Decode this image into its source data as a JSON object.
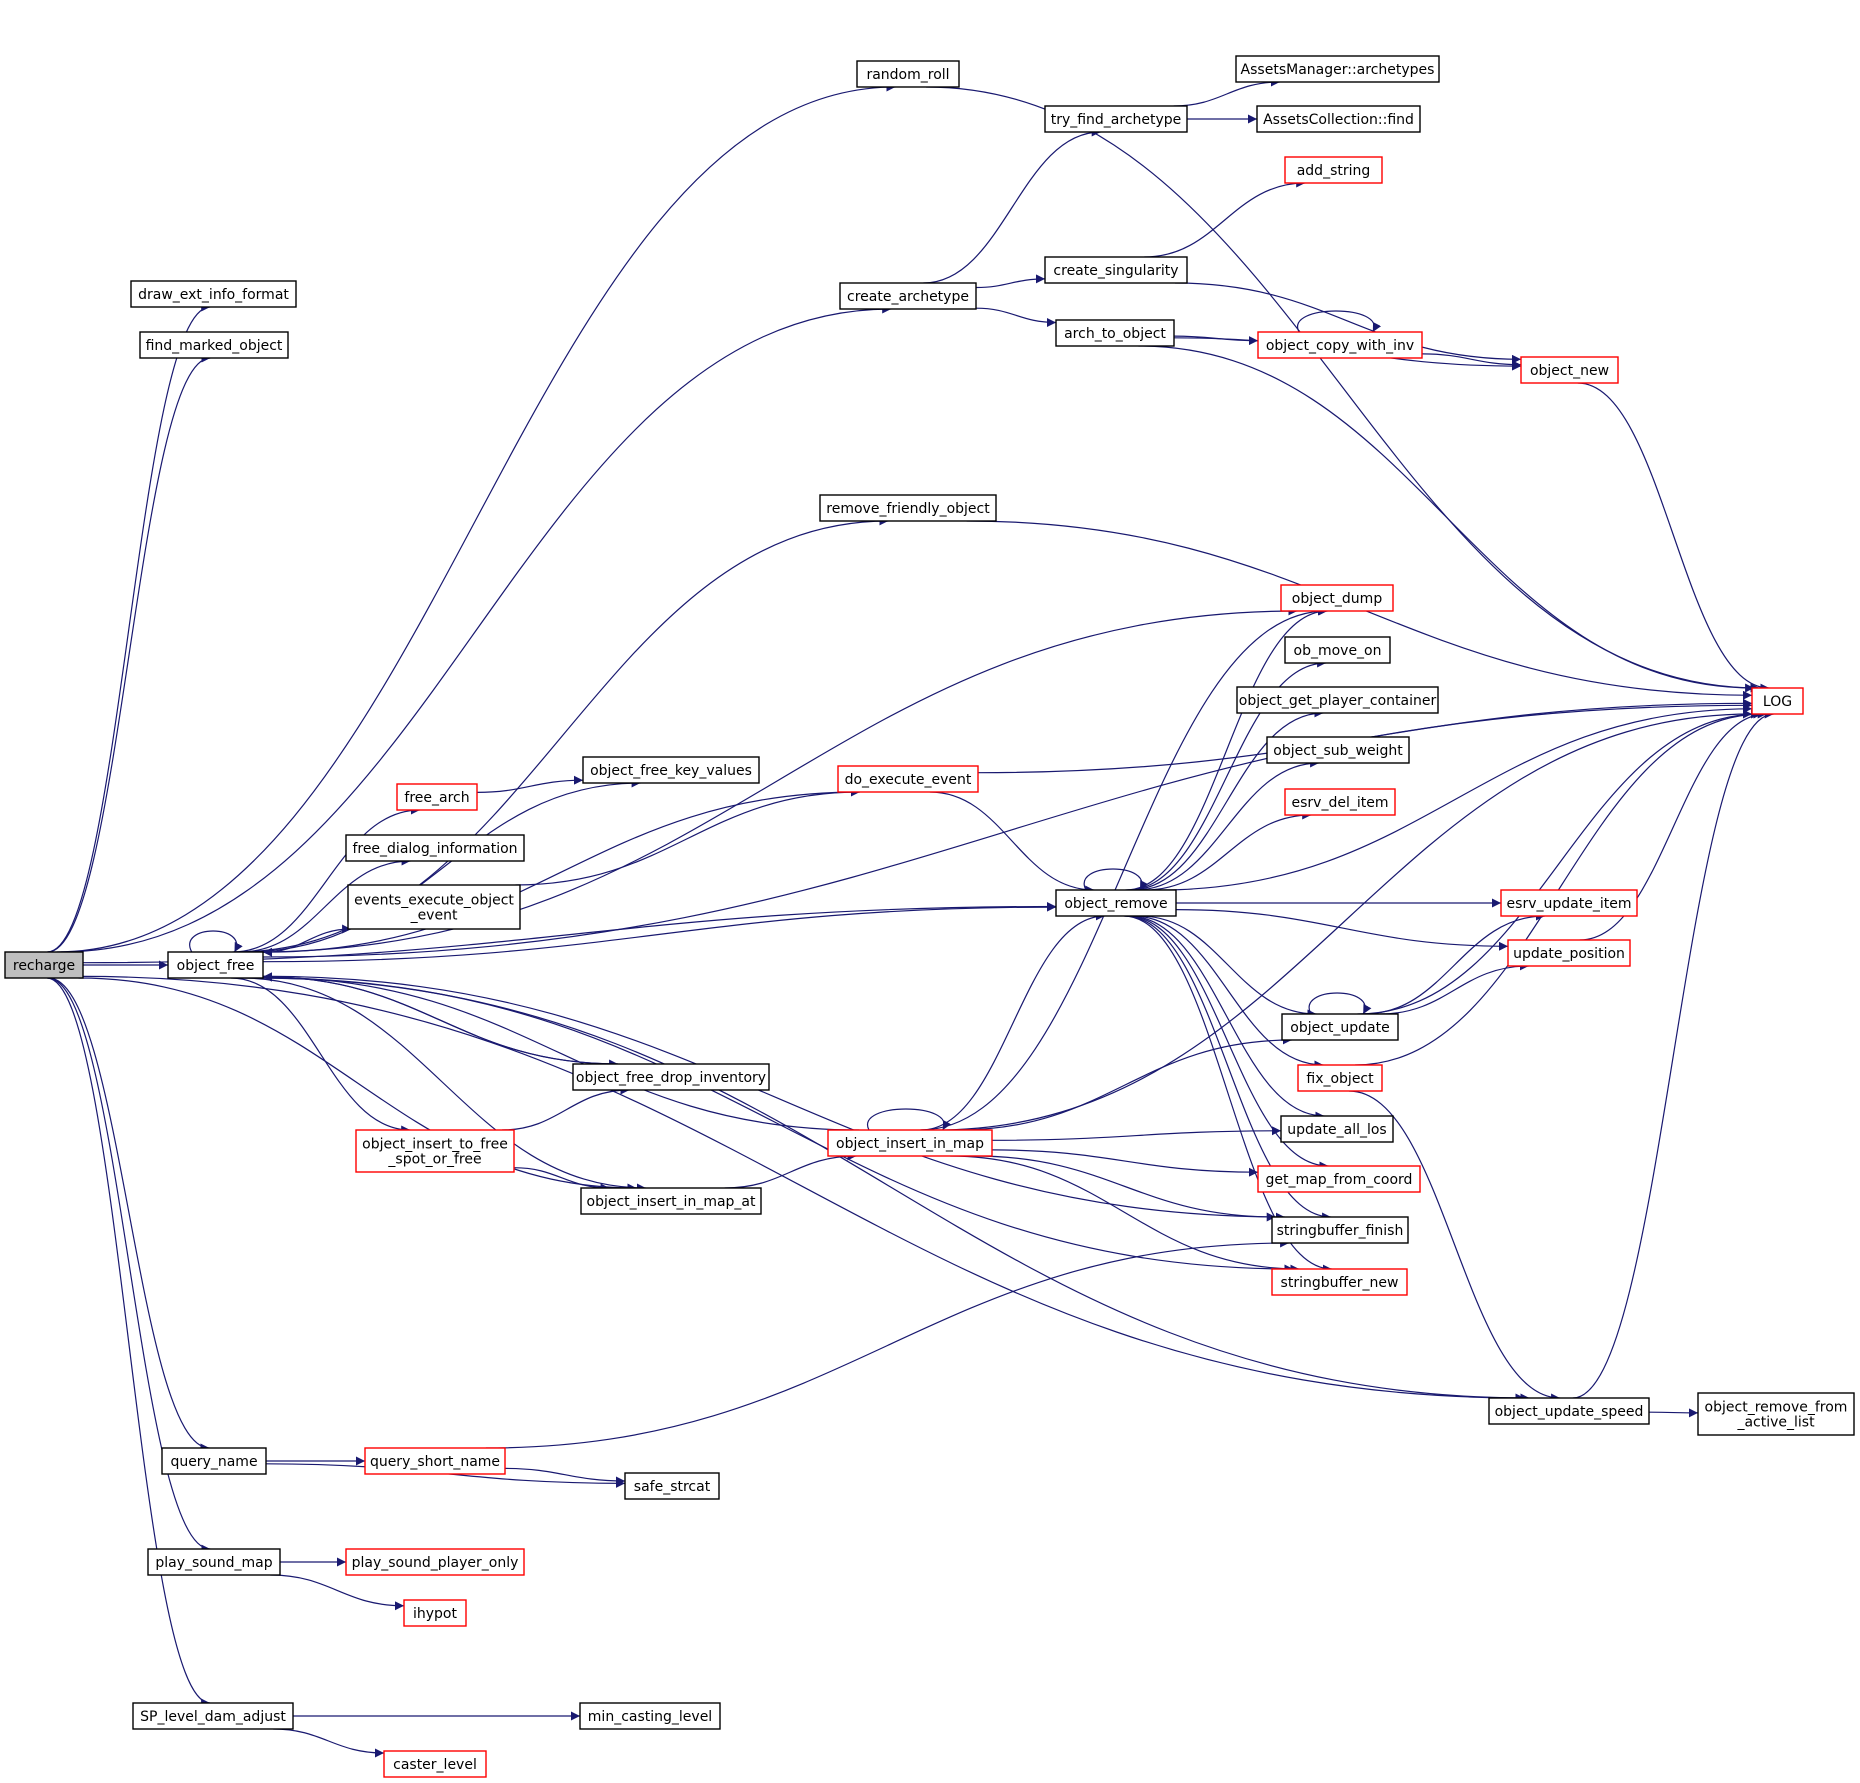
{
  "graph": {
    "nodes": [
      {
        "id": "recharge",
        "lines": [
          "recharge"
        ],
        "style": "root"
      },
      {
        "id": "random_roll",
        "lines": [
          "random_roll"
        ],
        "style": "black"
      },
      {
        "id": "draw_ext_info_format",
        "lines": [
          "draw_ext_info_format"
        ],
        "style": "black"
      },
      {
        "id": "find_marked_object",
        "lines": [
          "find_marked_object"
        ],
        "style": "black"
      },
      {
        "id": "object_free",
        "lines": [
          "object_free"
        ],
        "style": "black"
      },
      {
        "id": "query_name",
        "lines": [
          "query_name"
        ],
        "style": "black"
      },
      {
        "id": "play_sound_map",
        "lines": [
          "play_sound_map"
        ],
        "style": "black"
      },
      {
        "id": "SP_level_dam_adjust",
        "lines": [
          "SP_level_dam_adjust"
        ],
        "style": "black"
      },
      {
        "id": "free_arch",
        "lines": [
          "free_arch"
        ],
        "style": "red"
      },
      {
        "id": "free_dialog_information",
        "lines": [
          "free_dialog_information"
        ],
        "style": "black"
      },
      {
        "id": "events_execute_object_event",
        "lines": [
          "events_execute_object",
          "_event"
        ],
        "style": "black"
      },
      {
        "id": "object_insert_to_free_spot_or_free",
        "lines": [
          "object_insert_to_free",
          "_spot_or_free"
        ],
        "style": "red"
      },
      {
        "id": "query_short_name",
        "lines": [
          "query_short_name"
        ],
        "style": "red"
      },
      {
        "id": "play_sound_player_only",
        "lines": [
          "play_sound_player_only"
        ],
        "style": "red"
      },
      {
        "id": "ihypot",
        "lines": [
          "ihypot"
        ],
        "style": "red"
      },
      {
        "id": "caster_level",
        "lines": [
          "caster_level"
        ],
        "style": "red"
      },
      {
        "id": "object_free_key_values",
        "lines": [
          "object_free_key_values"
        ],
        "style": "black"
      },
      {
        "id": "object_free_drop_inventory",
        "lines": [
          "object_free_drop_inventory"
        ],
        "style": "black"
      },
      {
        "id": "object_insert_in_map_at",
        "lines": [
          "object_insert_in_map_at"
        ],
        "style": "black"
      },
      {
        "id": "safe_strcat",
        "lines": [
          "safe_strcat"
        ],
        "style": "black"
      },
      {
        "id": "min_casting_level",
        "lines": [
          "min_casting_level"
        ],
        "style": "black"
      },
      {
        "id": "create_archetype",
        "lines": [
          "create_archetype"
        ],
        "style": "black"
      },
      {
        "id": "remove_friendly_object",
        "lines": [
          "remove_friendly_object"
        ],
        "style": "black"
      },
      {
        "id": "do_execute_event",
        "lines": [
          "do_execute_event"
        ],
        "style": "red"
      },
      {
        "id": "object_insert_in_map",
        "lines": [
          "object_insert_in_map"
        ],
        "style": "red"
      },
      {
        "id": "try_find_archetype",
        "lines": [
          "try_find_archetype"
        ],
        "style": "black"
      },
      {
        "id": "create_singularity",
        "lines": [
          "create_singularity"
        ],
        "style": "black"
      },
      {
        "id": "arch_to_object",
        "lines": [
          "arch_to_object"
        ],
        "style": "black"
      },
      {
        "id": "object_remove",
        "lines": [
          "object_remove"
        ],
        "style": "black"
      },
      {
        "id": "AssetsManager_archetypes",
        "lines": [
          "AssetsManager::archetypes"
        ],
        "style": "black"
      },
      {
        "id": "AssetsCollection_find",
        "lines": [
          "AssetsCollection::find"
        ],
        "style": "black"
      },
      {
        "id": "add_string",
        "lines": [
          "add_string"
        ],
        "style": "red"
      },
      {
        "id": "object_copy_with_inv",
        "lines": [
          "object_copy_with_inv"
        ],
        "style": "red"
      },
      {
        "id": "object_dump",
        "lines": [
          "object_dump"
        ],
        "style": "red"
      },
      {
        "id": "ob_move_on",
        "lines": [
          "ob_move_on"
        ],
        "style": "black"
      },
      {
        "id": "object_get_player_container",
        "lines": [
          "object_get_player_container"
        ],
        "style": "black"
      },
      {
        "id": "object_sub_weight",
        "lines": [
          "object_sub_weight"
        ],
        "style": "black"
      },
      {
        "id": "esrv_del_item",
        "lines": [
          "esrv_del_item"
        ],
        "style": "red"
      },
      {
        "id": "object_update",
        "lines": [
          "object_update"
        ],
        "style": "black"
      },
      {
        "id": "fix_object",
        "lines": [
          "fix_object"
        ],
        "style": "red"
      },
      {
        "id": "update_all_los",
        "lines": [
          "update_all_los"
        ],
        "style": "black"
      },
      {
        "id": "get_map_from_coord",
        "lines": [
          "get_map_from_coord"
        ],
        "style": "red"
      },
      {
        "id": "stringbuffer_finish",
        "lines": [
          "stringbuffer_finish"
        ],
        "style": "black"
      },
      {
        "id": "stringbuffer_new",
        "lines": [
          "stringbuffer_new"
        ],
        "style": "red"
      },
      {
        "id": "object_new",
        "lines": [
          "object_new"
        ],
        "style": "red"
      },
      {
        "id": "esrv_update_item",
        "lines": [
          "esrv_update_item"
        ],
        "style": "red"
      },
      {
        "id": "update_position",
        "lines": [
          "update_position"
        ],
        "style": "red"
      },
      {
        "id": "object_update_speed",
        "lines": [
          "object_update_speed"
        ],
        "style": "black"
      },
      {
        "id": "LOG",
        "lines": [
          "LOG"
        ],
        "style": "red"
      },
      {
        "id": "object_remove_from_active_list",
        "lines": [
          "object_remove_from",
          "_active_list"
        ],
        "style": "black"
      }
    ],
    "edges": [
      [
        "recharge",
        "random_roll"
      ],
      [
        "recharge",
        "draw_ext_info_format"
      ],
      [
        "recharge",
        "find_marked_object"
      ],
      [
        "recharge",
        "create_archetype"
      ],
      [
        "recharge",
        "object_free"
      ],
      [
        "recharge",
        "object_remove"
      ],
      [
        "recharge",
        "object_insert_in_map_at"
      ],
      [
        "recharge",
        "query_name"
      ],
      [
        "recharge",
        "play_sound_map"
      ],
      [
        "recharge",
        "object_update_speed"
      ],
      [
        "recharge",
        "SP_level_dam_adjust"
      ],
      [
        "random_roll",
        "LOG"
      ],
      [
        "create_archetype",
        "try_find_archetype"
      ],
      [
        "create_archetype",
        "create_singularity"
      ],
      [
        "create_archetype",
        "arch_to_object"
      ],
      [
        "try_find_archetype",
        "AssetsManager_archetypes"
      ],
      [
        "try_find_archetype",
        "AssetsCollection_find"
      ],
      [
        "create_singularity",
        "add_string"
      ],
      [
        "create_singularity",
        "object_new"
      ],
      [
        "arch_to_object",
        "LOG"
      ],
      [
        "arch_to_object",
        "object_copy_with_inv"
      ],
      [
        "arch_to_object",
        "object_new"
      ],
      [
        "object_copy_with_inv",
        "object_copy_with_inv"
      ],
      [
        "object_copy_with_inv",
        "object_new"
      ],
      [
        "object_new",
        "LOG"
      ],
      [
        "object_free",
        "object_free"
      ],
      [
        "object_free",
        "LOG"
      ],
      [
        "object_free",
        "remove_friendly_object"
      ],
      [
        "object_free",
        "object_dump"
      ],
      [
        "object_free",
        "object_remove"
      ],
      [
        "object_free",
        "object_free_key_values"
      ],
      [
        "object_free",
        "free_arch"
      ],
      [
        "object_free",
        "free_dialog_information"
      ],
      [
        "object_free",
        "events_execute_object_event"
      ],
      [
        "object_free",
        "object_free_drop_inventory"
      ],
      [
        "object_free",
        "object_insert_to_free_spot_or_free"
      ],
      [
        "object_free",
        "object_insert_in_map_at"
      ],
      [
        "object_free",
        "stringbuffer_finish"
      ],
      [
        "object_free",
        "stringbuffer_new"
      ],
      [
        "object_free",
        "object_update_speed"
      ],
      [
        "remove_friendly_object",
        "LOG"
      ],
      [
        "free_arch",
        "object_free_key_values"
      ],
      [
        "events_execute_object_event",
        "do_execute_event"
      ],
      [
        "do_execute_event",
        "object_free"
      ],
      [
        "do_execute_event",
        "LOG"
      ],
      [
        "do_execute_event",
        "object_remove"
      ],
      [
        "object_free_drop_inventory",
        "object_free"
      ],
      [
        "object_insert_to_free_spot_or_free",
        "object_free_drop_inventory"
      ],
      [
        "object_insert_to_free_spot_or_free",
        "object_insert_in_map_at"
      ],
      [
        "object_insert_in_map_at",
        "object_insert_in_map"
      ],
      [
        "object_insert_in_map",
        "object_free"
      ],
      [
        "object_insert_in_map",
        "object_insert_in_map"
      ],
      [
        "object_insert_in_map",
        "object_dump"
      ],
      [
        "object_insert_in_map",
        "object_remove"
      ],
      [
        "object_insert_in_map",
        "object_update"
      ],
      [
        "object_insert_in_map",
        "update_all_los"
      ],
      [
        "object_insert_in_map",
        "get_map_from_coord"
      ],
      [
        "object_insert_in_map",
        "stringbuffer_finish"
      ],
      [
        "object_insert_in_map",
        "stringbuffer_new"
      ],
      [
        "object_insert_in_map",
        "LOG"
      ],
      [
        "object_remove",
        "object_remove"
      ],
      [
        "object_remove",
        "object_dump"
      ],
      [
        "object_remove",
        "ob_move_on"
      ],
      [
        "object_remove",
        "object_get_player_container"
      ],
      [
        "object_remove",
        "object_sub_weight"
      ],
      [
        "object_remove",
        "esrv_del_item"
      ],
      [
        "object_remove",
        "LOG"
      ],
      [
        "object_remove",
        "esrv_update_item"
      ],
      [
        "object_remove",
        "update_position"
      ],
      [
        "object_remove",
        "object_update"
      ],
      [
        "object_remove",
        "fix_object"
      ],
      [
        "object_remove",
        "update_all_los"
      ],
      [
        "object_remove",
        "get_map_from_coord"
      ],
      [
        "object_remove",
        "stringbuffer_finish"
      ],
      [
        "object_remove",
        "stringbuffer_new"
      ],
      [
        "object_update",
        "object_update"
      ],
      [
        "object_update",
        "esrv_update_item"
      ],
      [
        "object_update",
        "update_position"
      ],
      [
        "object_update",
        "LOG"
      ],
      [
        "update_position",
        "LOG"
      ],
      [
        "fix_object",
        "LOG"
      ],
      [
        "fix_object",
        "object_update_speed"
      ],
      [
        "object_update_speed",
        "LOG"
      ],
      [
        "object_update_speed",
        "object_remove_from_active_list"
      ],
      [
        "query_name",
        "query_short_name"
      ],
      [
        "query_name",
        "safe_strcat"
      ],
      [
        "query_short_name",
        "stringbuffer_finish"
      ],
      [
        "query_short_name",
        "safe_strcat"
      ],
      [
        "play_sound_map",
        "play_sound_player_only"
      ],
      [
        "play_sound_map",
        "ihypot"
      ],
      [
        "SP_level_dam_adjust",
        "min_casting_level"
      ],
      [
        "SP_level_dam_adjust",
        "caster_level"
      ]
    ]
  }
}
